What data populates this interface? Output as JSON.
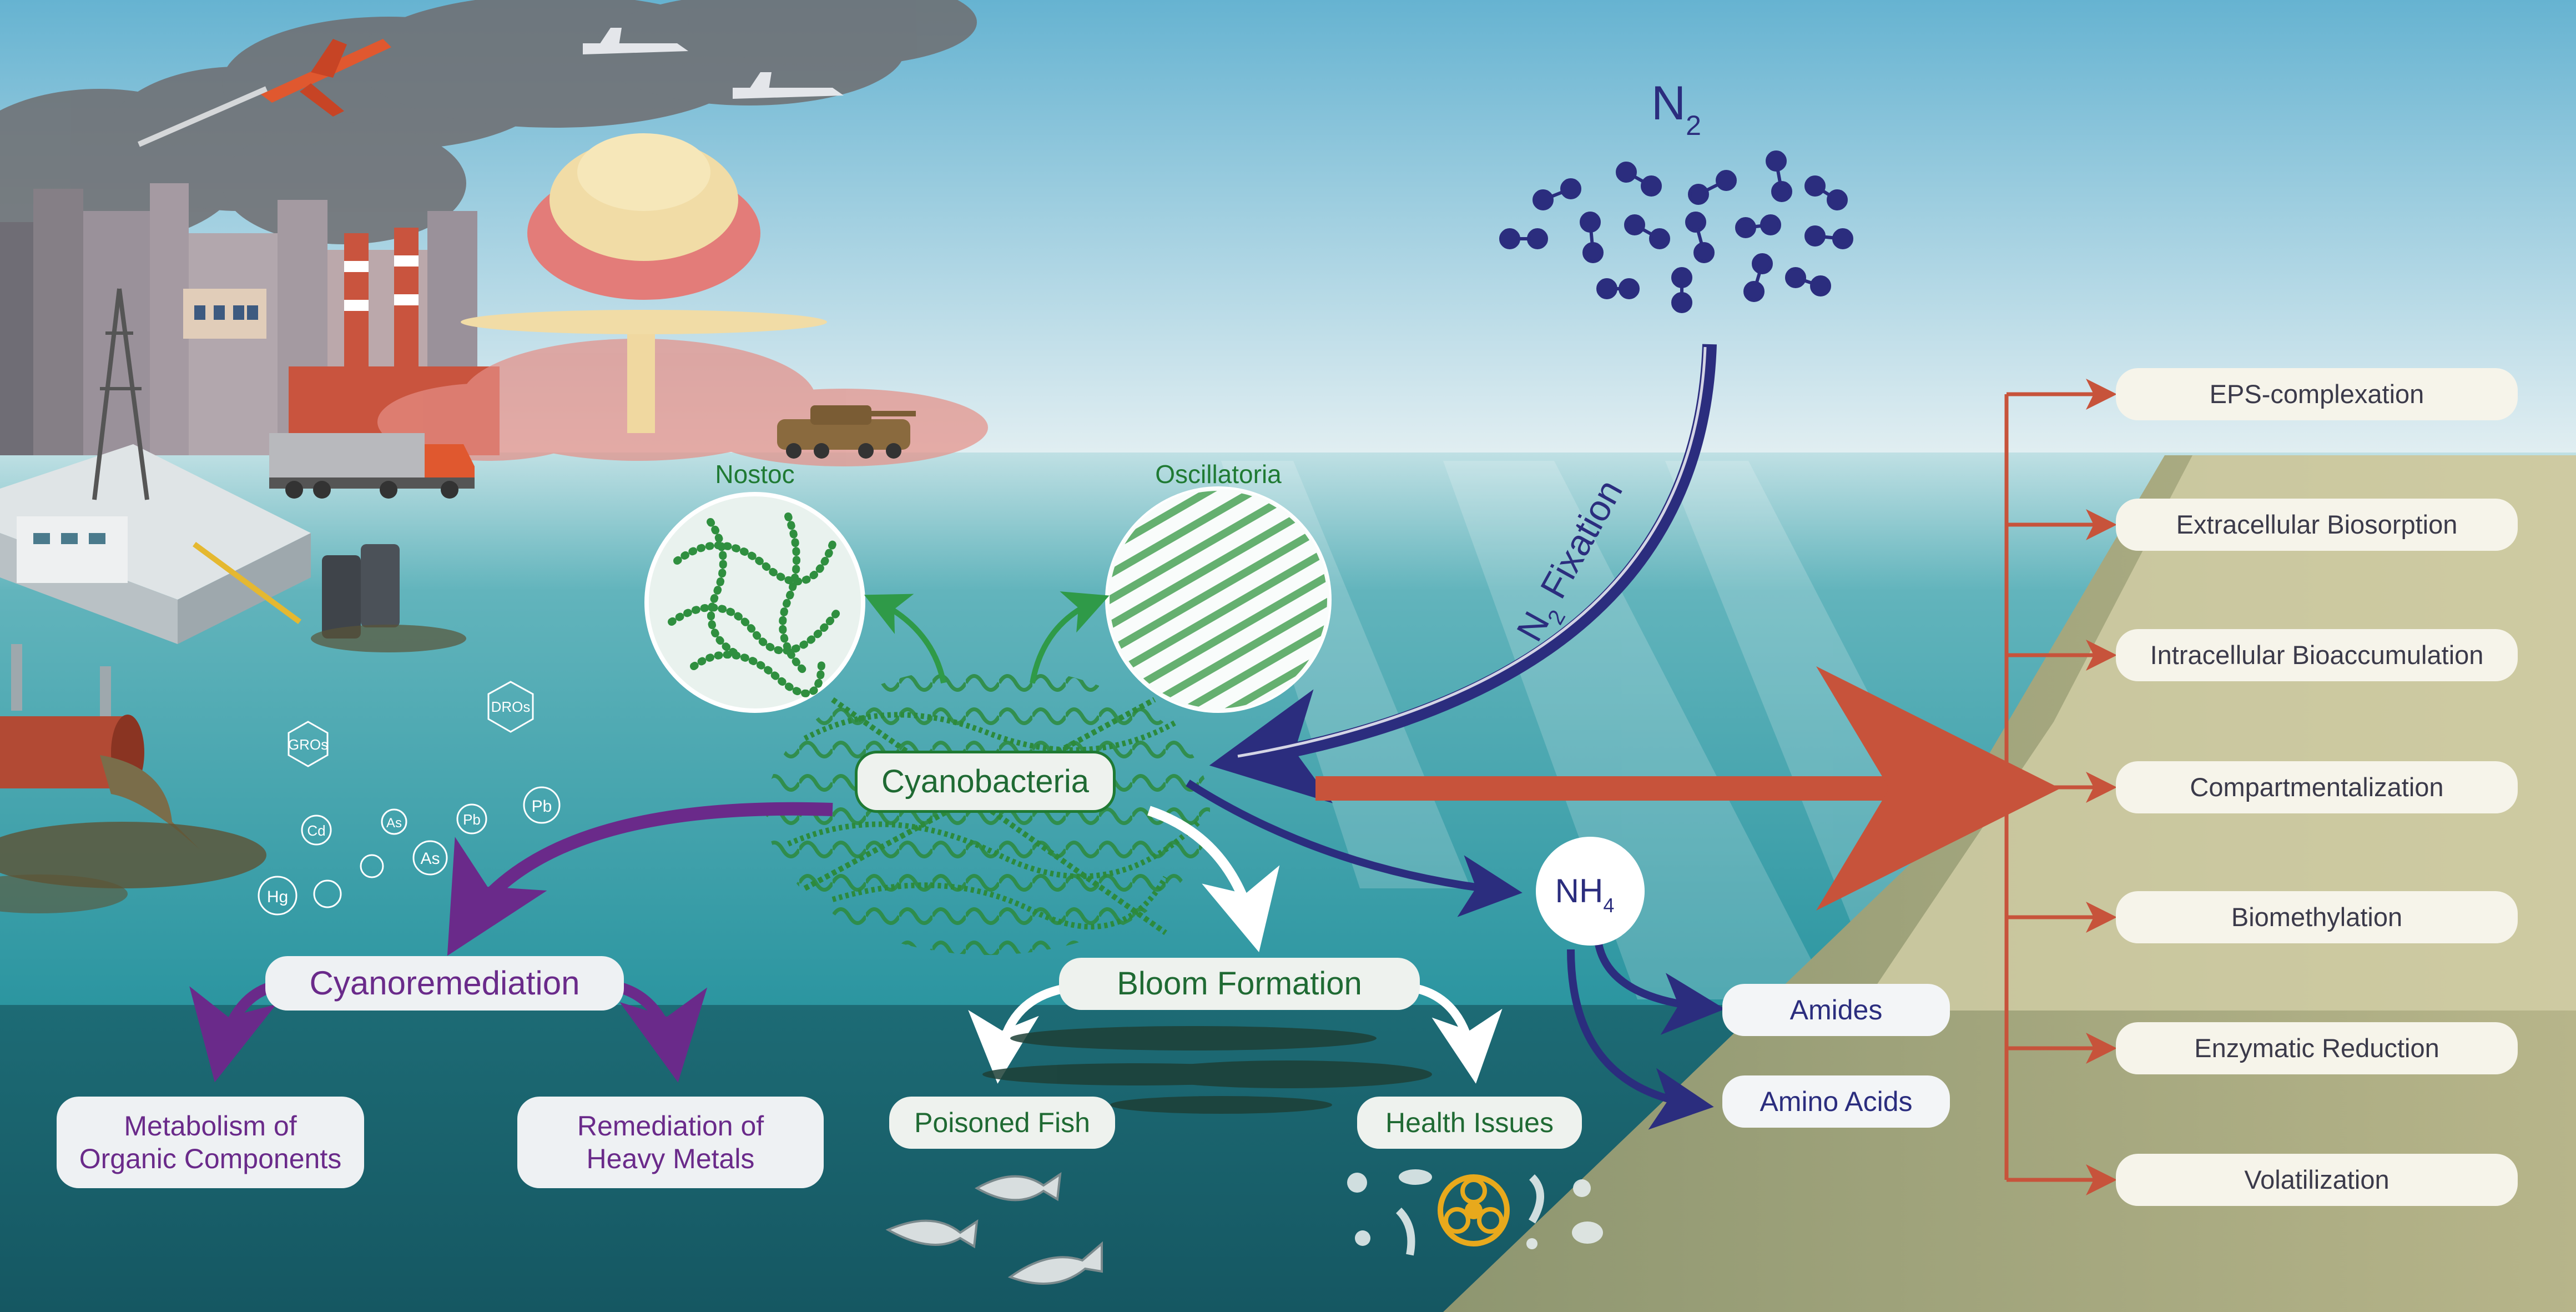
{
  "colors": {
    "sky_top": "#6cb6d3",
    "sky_bottom": "#dfeef2",
    "water": "#2f9aa5",
    "deep_water": "#19626d",
    "sediment": "#a4a57a",
    "n2_navy": "#2b2d7e",
    "red_arrow": "#c7533b",
    "cyano_green": "#1f7a33",
    "purple": "#6a2a8a",
    "smoke": "#6f6d70"
  },
  "diagram": {
    "n2_title": {
      "base": "N",
      "sub": "2"
    },
    "n2_fixation": {
      "base": "N",
      "sub": "2",
      "rest": " Fixation"
    },
    "nostoc_label": "Nostoc",
    "oscillatoria_label": "Oscillatoria",
    "cyanobacteria_label": "Cyanobacteria",
    "nh4": {
      "base": "NH",
      "sub": "4"
    },
    "amides_label": "Amides",
    "amino_acids_label": "Amino Acids",
    "cyanoremediation_label": "Cyanoremediation",
    "metabolism_label_1": "Metabolism of",
    "metabolism_label_2": "Organic Components",
    "remediation_label_1": "Remediation of",
    "remediation_label_2": "Heavy Metals",
    "bloom_label": "Bloom Formation",
    "poisoned_fish_label": "Poisoned Fish",
    "health_issues_label": "Health Issues",
    "mechanisms": [
      "EPS-complexation",
      "Extracellular Biosorption",
      "Intracellular Bioaccumulation",
      "Compartmentalization",
      "Biomethylation",
      "Enzymatic Reduction",
      "Volatilization"
    ],
    "pollutants": {
      "gros": "GROs",
      "dros": "DROs",
      "cd": "Cd",
      "as": "As",
      "pb": "Pb",
      "hg": "Hg"
    }
  },
  "icons": [
    "airplane-icon",
    "jet-icon",
    "factory-icon",
    "oil-rig-icon",
    "truck-icon",
    "tank-icon",
    "mushroom-cloud-icon",
    "oil-barrel-icon",
    "drain-pipe-icon",
    "fish-icon",
    "biohazard-icon",
    "pathogen-icon"
  ]
}
